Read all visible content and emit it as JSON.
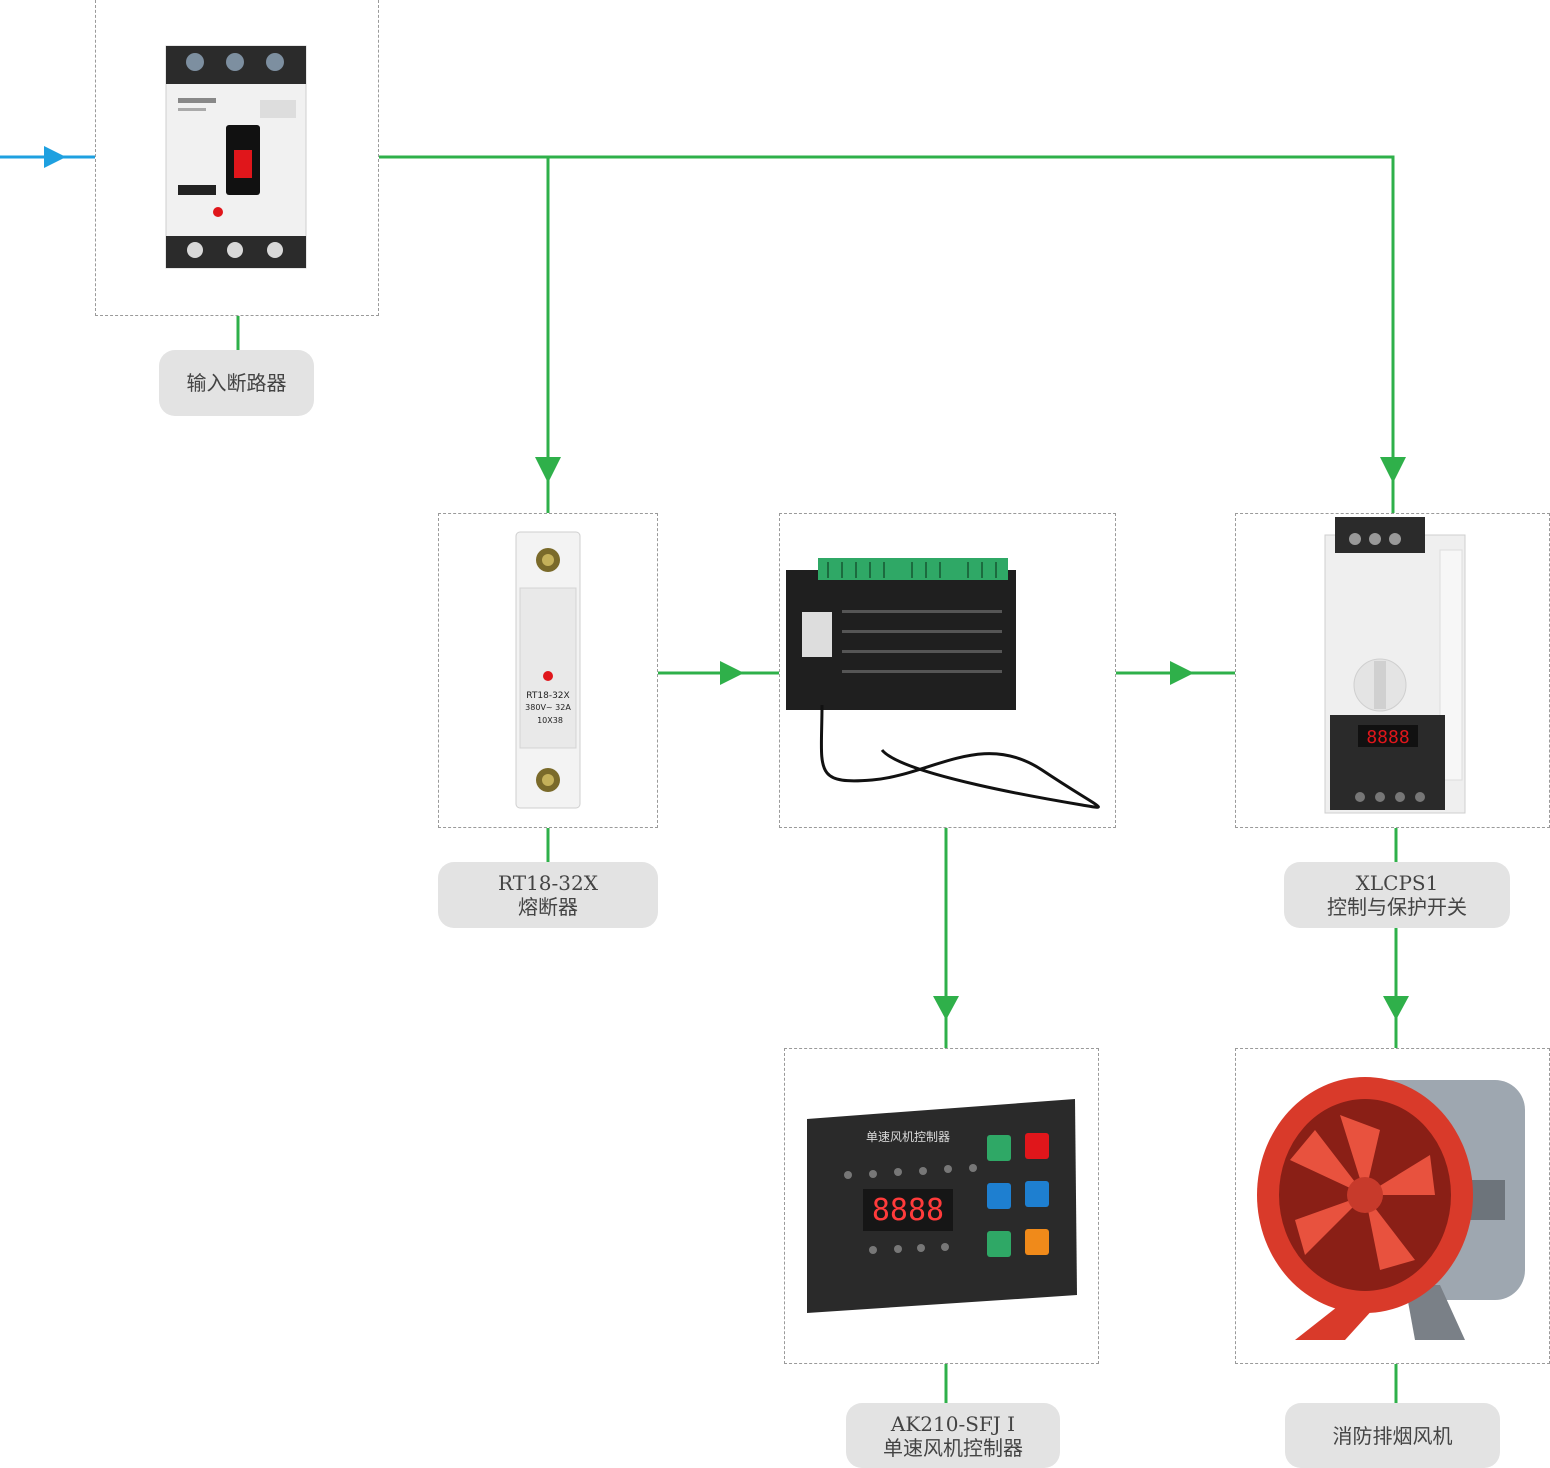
{
  "colors": {
    "wire": "#2fb04a",
    "input_arrow": "#1ea0e0",
    "frame_dash": "#9a9a9a",
    "label_bg": "#e3e3e3"
  },
  "nodes": {
    "breaker": {
      "label_lines": [
        "输入断路器"
      ],
      "icon": "molded-case-circuit-breaker-icon"
    },
    "fuse": {
      "label_lines": [
        "RT18-32X",
        "熔断器"
      ],
      "icon": "fuse-holder-icon",
      "print_model": "RT18-32X",
      "print_rating": "380V~ 32A",
      "print_size": "10X38"
    },
    "module": {
      "icon": "io-module-with-cable-icon"
    },
    "cps": {
      "label_lines": [
        "XLCPS1",
        "控制与保护开关"
      ],
      "icon": "control-protection-switch-icon",
      "print_display": "8888"
    },
    "panel": {
      "label_lines": [
        "AK210-SFJ Ⅰ",
        "单速风机控制器"
      ],
      "icon": "fan-controller-panel-icon",
      "print_title": "单速风机控制器",
      "print_display": "8888"
    },
    "fan": {
      "label_lines": [
        "消防排烟风机"
      ],
      "icon": "axial-smoke-exhaust-fan-icon"
    }
  }
}
